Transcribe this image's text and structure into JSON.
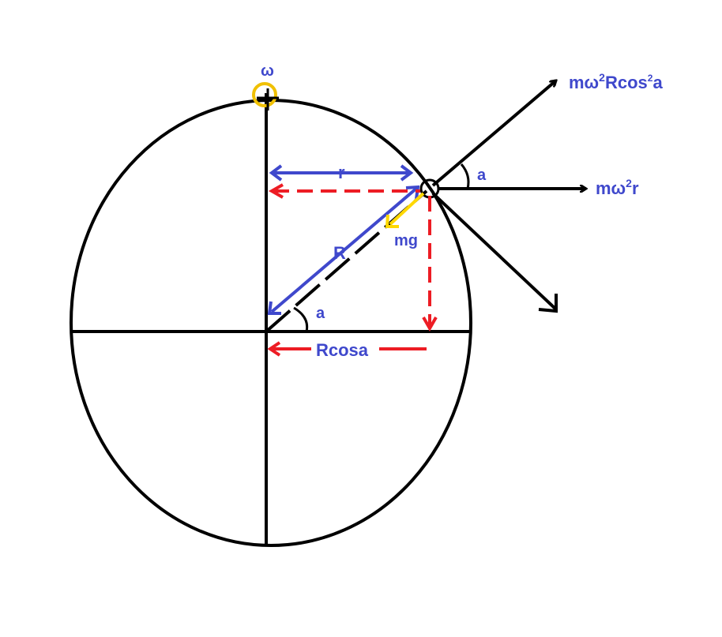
{
  "diagram": {
    "labels": {
      "omega": "ω",
      "r": "r",
      "R": "R",
      "mg": "mg",
      "angle_center": "a",
      "angle_point": "a",
      "r_cos": "Rcosa",
      "force_radial_base": "mω",
      "force_radial_sup": "2",
      "force_radial_mid": "Rcos",
      "force_radial_sup2": "2",
      "force_radial_end": "a",
      "force_horiz_base": "mω",
      "force_horiz_sup": "2",
      "force_horiz_end": "r"
    },
    "colors": {
      "ink": "#000000",
      "label_blue": "#3f48cc",
      "red": "#ed1c24",
      "yellow": "#ffd800",
      "gold": "#f0c000"
    }
  }
}
